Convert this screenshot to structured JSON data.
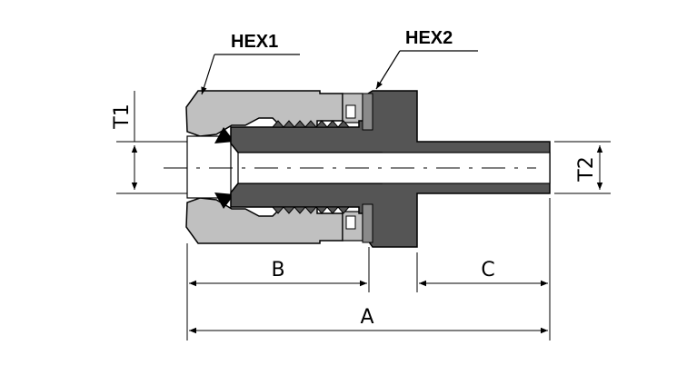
{
  "callouts": {
    "hex1": "HEX1",
    "hex2": "HEX2"
  },
  "dimensions": {
    "t1": "T1",
    "t2": "T2",
    "a": "A",
    "b": "B",
    "c": "C"
  },
  "colors": {
    "nut_body": "#c0c0c0",
    "fitting_body": "#555555",
    "tube": "#555555",
    "outline": "#000000",
    "background": "#ffffff"
  }
}
